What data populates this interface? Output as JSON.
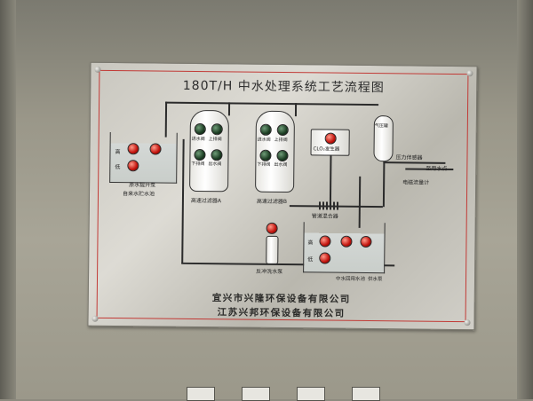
{
  "title": "180T/H 中水处理系统工艺流程图",
  "labels": {
    "storage_pool": "自来水贮水池",
    "source_pump": "原水提升泵",
    "level_high": "高",
    "level_low": "低",
    "filter_a": "高速过滤器A",
    "filter_b": "高速过滤器B",
    "valve_in_a": "进水阀",
    "valve_top_a": "上排阀",
    "valve_bottom_a": "下排阀",
    "valve_out_a": "出水阀",
    "valve_in_b": "进水阀",
    "valve_top_b": "上排阀",
    "valve_bottom_b": "下排阀",
    "valve_out_b": "出水阀",
    "clo2": "CLO₂发生器",
    "air_tank": "气压罐",
    "pressure_switch": "压力伴感器",
    "to_user": "至用水点",
    "flow_meter": "电磁流量计",
    "mixer": "管道混合器",
    "backwash_pump": "反冲洗水泵",
    "reuse_pool": "中水回用水池",
    "outlet_pump": "供水泵"
  },
  "company_line_1": "宜兴市兴隆环保设备有限公司",
  "company_line_2": "江苏兴邦环保设备有限公司"
}
